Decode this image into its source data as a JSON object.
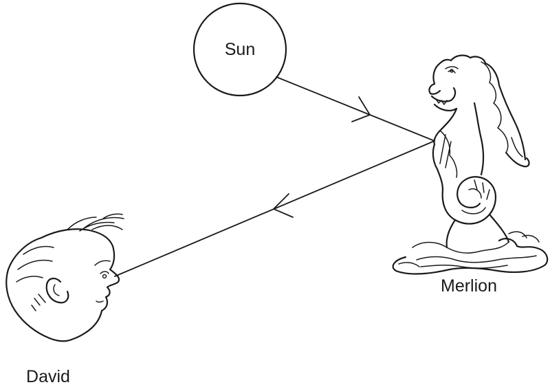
{
  "labels": {
    "sun": "Sun",
    "merlion": "Merlion",
    "observer": "David"
  },
  "colors": {
    "ink": "#1a1a1a",
    "background": "#ffffff"
  },
  "icons": {
    "sun": "circle",
    "merlion": "merlion-statue-icon",
    "observer": "boy-head-icon"
  }
}
